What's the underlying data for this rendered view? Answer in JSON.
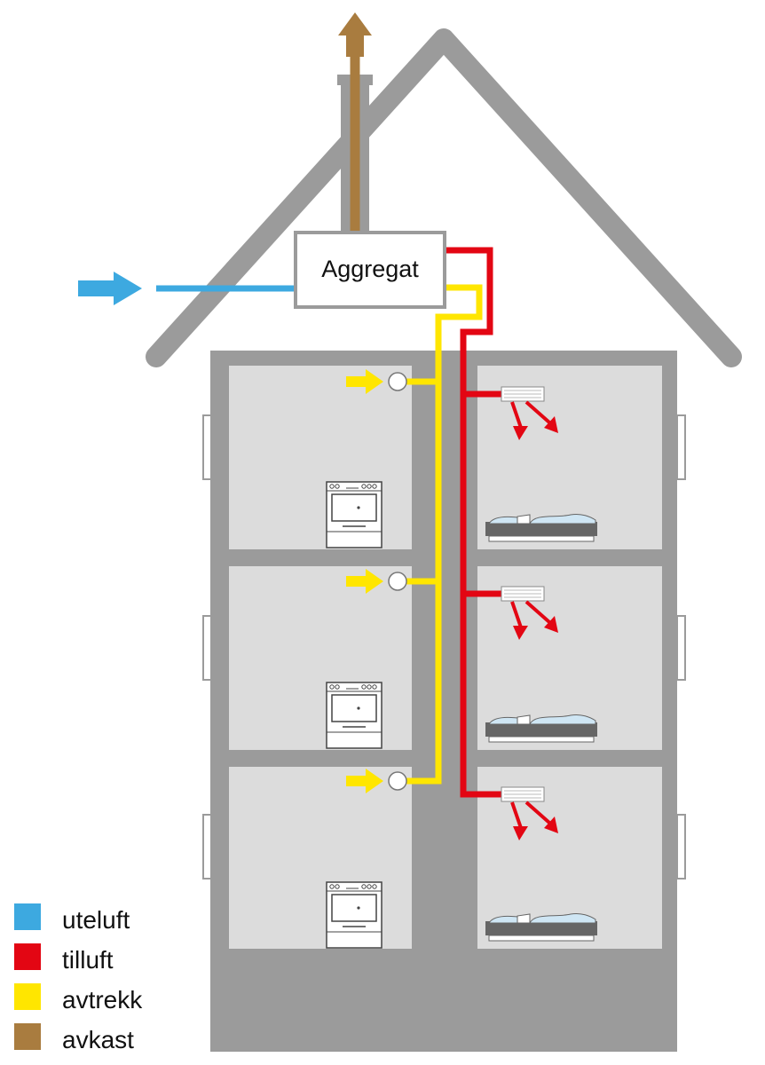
{
  "unit": {
    "label": "Aggregat"
  },
  "legend": [
    {
      "id": "uteluft",
      "label": "uteluft",
      "color": "#3da9e0"
    },
    {
      "id": "tilluft",
      "label": "tilluft",
      "color": "#e30613"
    },
    {
      "id": "avtrekk",
      "label": "avtrekk",
      "color": "#ffe600"
    },
    {
      "id": "avkast",
      "label": "avkast",
      "color": "#a97c3f"
    }
  ],
  "colors": {
    "wall": "#9b9b9b",
    "room": "#dcdcdc",
    "outline": "#555555",
    "bed_blanket": "#cfe6f4"
  },
  "floors": [
    "top",
    "middle",
    "bottom"
  ]
}
